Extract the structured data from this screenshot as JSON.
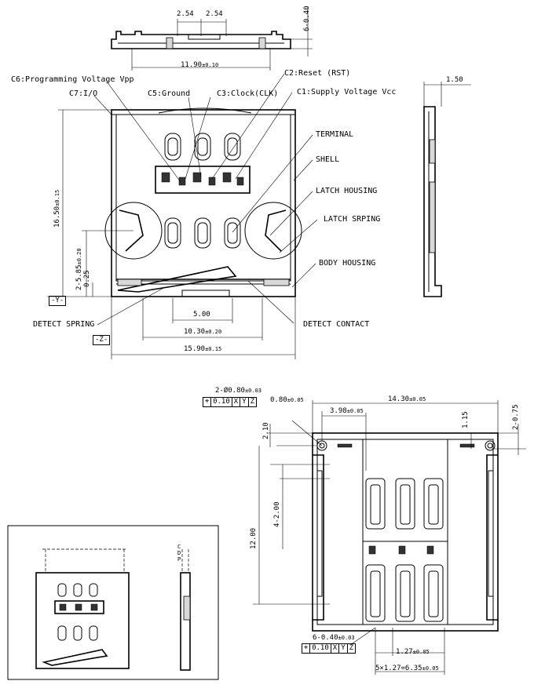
{
  "top_view": {
    "dim_254_a": "2.54",
    "dim_254_b": "2.54",
    "dim_thickness": "6-0.40",
    "dim_width": "11.90",
    "dim_width_tol": "±0.10"
  },
  "side_view": {
    "dim_thickness": "1.50"
  },
  "pins": {
    "c6": "C6:Programming Voltage Vpp",
    "c7": "C7:I/O",
    "c5": "C5:Ground",
    "c3": "C3:Clock(CLK)",
    "c2": "C2:Reset (RST)",
    "c1": "C1:Supply Voltage Vcc"
  },
  "parts": {
    "terminal": "TERMINAL",
    "shell": "SHELL",
    "latch_housing": "LATCH HOUSING",
    "latch_spring": "LATCH SRPING",
    "body_housing": "BODY HOUSING",
    "detect_spring": "DETECT SPRING",
    "detect_contact": "DETECT CONTACT"
  },
  "front_dims": {
    "height": "16.50",
    "height_tol": "±0.15",
    "pin_offset": "2-5.85",
    "pin_offset_tol": "±0.20",
    "offset_025": "0.25",
    "datum_y": "-Y-",
    "datum_z": "-Z-",
    "d500": "5.00",
    "d1030": "10.30",
    "d1030_tol": "±0.20",
    "d1590": "15.90",
    "d1590_tol": "±0.15"
  },
  "pcb": {
    "hole_spec": "2-Ø0.80",
    "hole_tol": "±0.03",
    "tol_box": [
      "⌖",
      "0.10",
      "X",
      "Y",
      "Z"
    ],
    "d080": "0.80",
    "d080_tol": "±0.05",
    "d1430": "14.30",
    "d1430_tol": "±0.05",
    "d398": "3.98",
    "d398_tol": "±0.05",
    "d115": "1.15",
    "d075": "2-0.75",
    "d210": "2.10",
    "d4200": "4-2.00",
    "d1200": "12.00",
    "pad_spec": "6-0.40",
    "pad_tol": "±0.03",
    "d127": "1.27",
    "d127_tol": "±0.05",
    "d635": "5×1.27=6.35",
    "d635_tol": "±0.05"
  },
  "iso": {
    "side_letters": [
      "C",
      "D",
      "P"
    ]
  }
}
